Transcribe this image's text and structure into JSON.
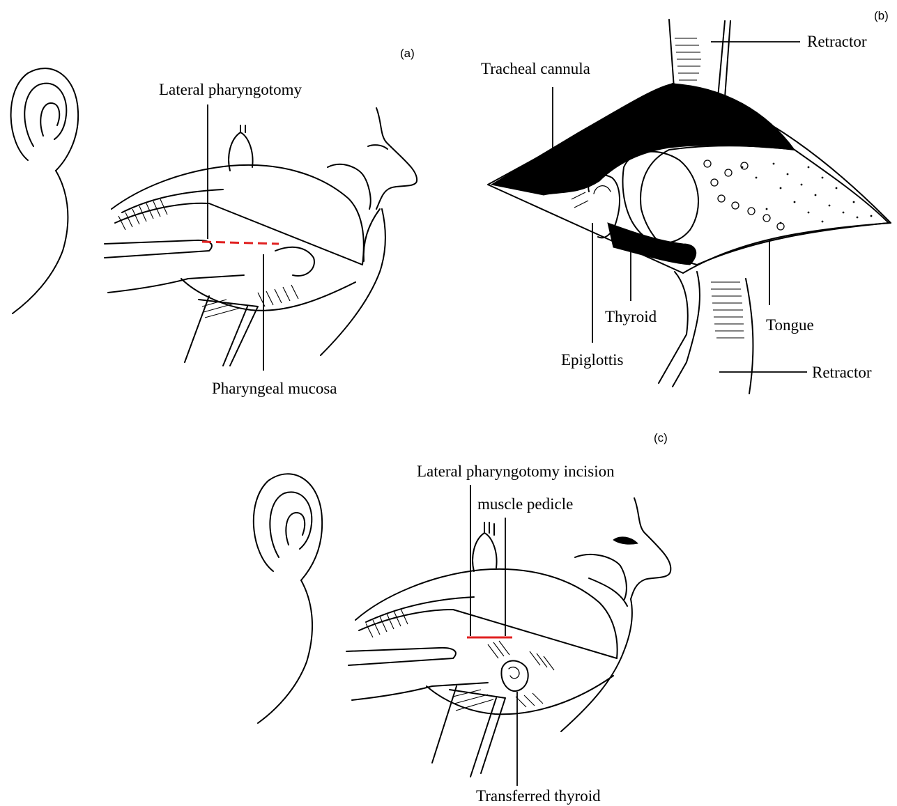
{
  "panels": {
    "a": {
      "letter": "(a)",
      "labels": {
        "lateral_pharyngotomy": "Lateral pharyngotomy",
        "pharyngeal_mucosa": "Pharyngeal mucosa"
      }
    },
    "b": {
      "letter": "(b)",
      "labels": {
        "retractor_top": "Retractor",
        "tracheal_cannula": "Tracheal cannula",
        "thyroid": "Thyroid",
        "tongue": "Tongue",
        "epiglottis": "Epiglottis",
        "retractor_bottom": "Retractor"
      }
    },
    "c": {
      "letter": "(c)",
      "labels": {
        "lateral_pharyngotomy_incision": "Lateral pharyngotomy incision",
        "muscle_pedicle": "muscle pedicle",
        "transferred_thyroid": "Transferred thyroid"
      }
    }
  },
  "colors": {
    "ink": "#000000",
    "incision": "#e02020",
    "background": "#ffffff"
  }
}
